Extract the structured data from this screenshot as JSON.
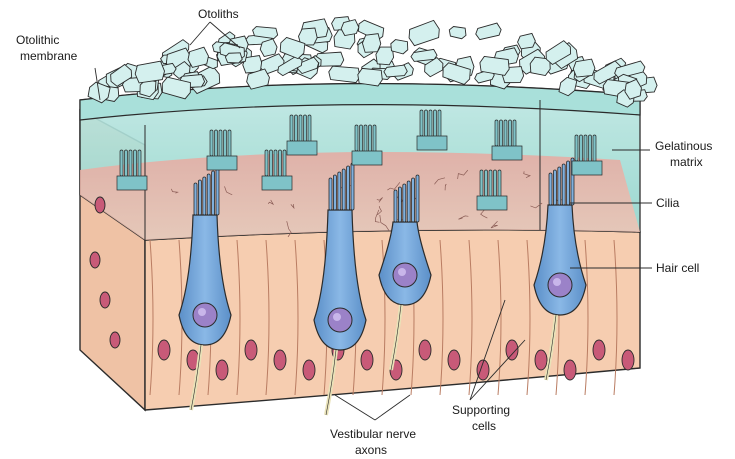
{
  "labels": {
    "otoliths": "Otoliths",
    "otolithic_membrane_1": "Otolithic",
    "otolithic_membrane_2": "membrane",
    "gelatinous_matrix_1": "Gelatinous",
    "gelatinous_matrix_2": "matrix",
    "cilia": "Cilia",
    "hair_cell": "Hair cell",
    "supporting_cells_1": "Supporting",
    "supporting_cells_2": "cells",
    "vestibular_nerve_1": "Vestibular nerve",
    "vestibular_nerve_2": "axons"
  },
  "colors": {
    "otolith_fill": "#d4f0ee",
    "gelatinous_matrix": "#9ad8d0",
    "supporting_cell": "#f6cdb0",
    "hair_cell": "#6fa3d6",
    "nucleus_hair": "#9b82c8",
    "nucleus_support": "#c85a78",
    "outline": "#2b2b2b"
  }
}
